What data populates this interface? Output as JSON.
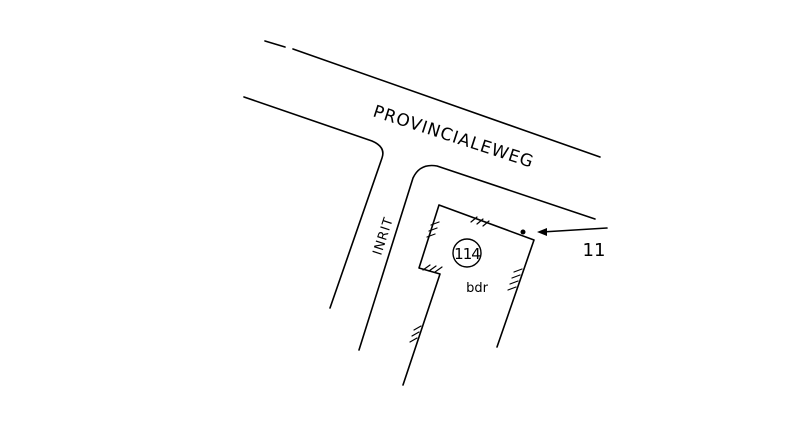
{
  "roads": {
    "main_road_name": "PROVINCIALEWEG",
    "driveway_name": "INRIT"
  },
  "parcel": {
    "number": "114",
    "type_label": "bdr"
  },
  "reference": {
    "arrow_label": "11"
  },
  "colors": {
    "ink": "#000000",
    "background": "#ffffff"
  }
}
